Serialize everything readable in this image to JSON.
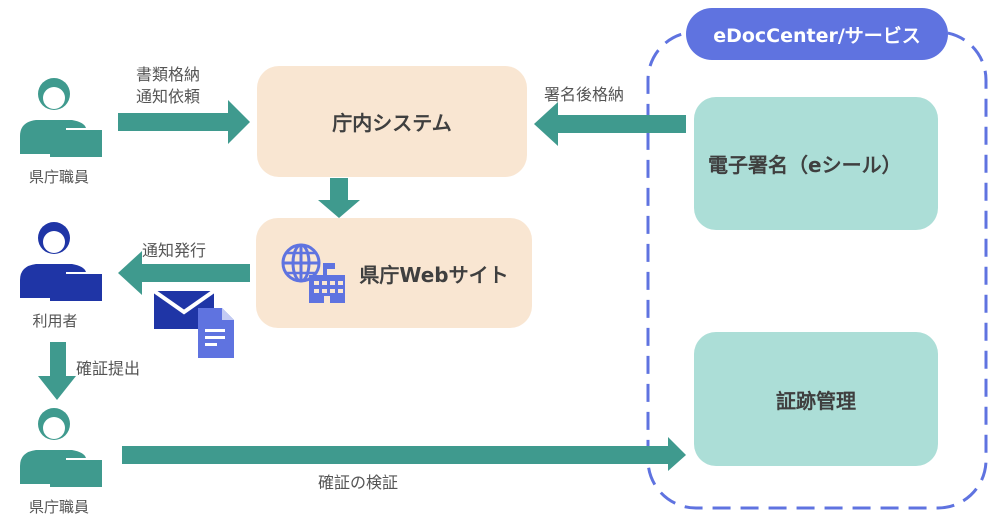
{
  "service_group": {
    "title": "eDocCenter/サービス"
  },
  "boxes": {
    "internal_system": "庁内システム",
    "website": "県庁Webサイト",
    "e_signature": "電子署名（eシール）",
    "evidence_management": "証跡管理"
  },
  "actors": {
    "staff_top": "県庁職員",
    "user": "利用者",
    "staff_bottom": "県庁職員"
  },
  "flows": {
    "store_request_line1": "書類格納",
    "store_request_line2": "通知依頼",
    "store_after_sign": "署名後格納",
    "issue_notice": "通知発行",
    "submit_proof": "確証提出",
    "verify_proof": "確証の検証"
  },
  "colors": {
    "arrow": "#3f9a8e",
    "staff": "#3f9a8e",
    "user": "#1f35a6",
    "service": "#5f73e0",
    "beige_box": "#f9e6d2",
    "teal_box": "#acded7"
  }
}
